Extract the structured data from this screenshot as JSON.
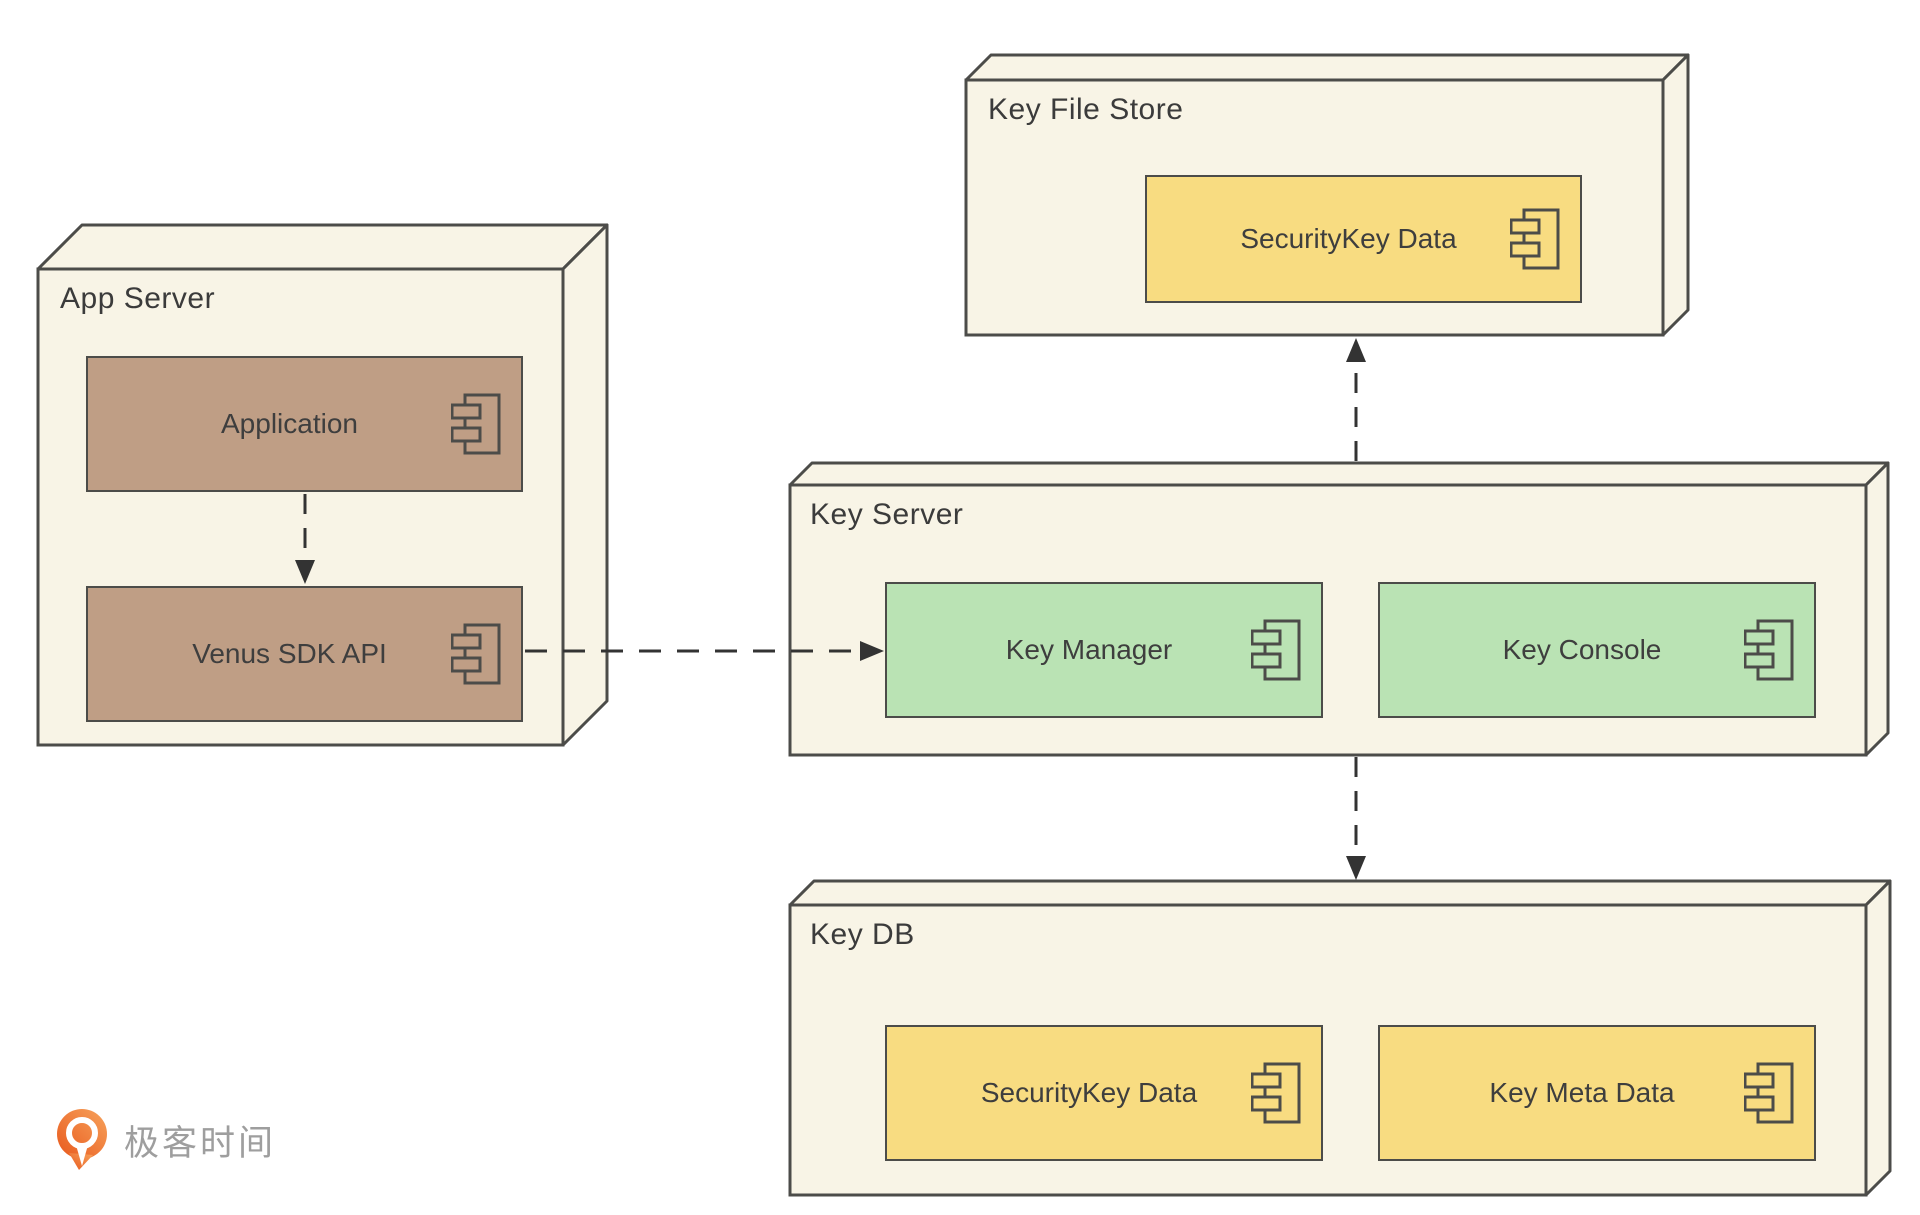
{
  "diagram": {
    "type": "uml-deployment-diagram",
    "nodes": [
      {
        "id": "app-server",
        "title": "App Server",
        "components": [
          {
            "label": "Application",
            "color": "#bf9e85"
          },
          {
            "label": "Venus SDK API",
            "color": "#bf9e85"
          }
        ]
      },
      {
        "id": "key-file-store",
        "title": "Key File Store",
        "components": [
          {
            "label": "SecurityKey Data",
            "color": "#f8dc81"
          }
        ]
      },
      {
        "id": "key-server",
        "title": "Key Server",
        "components": [
          {
            "label": "Key Manager",
            "color": "#bae3b4"
          },
          {
            "label": "Key Console",
            "color": "#bae3b4"
          }
        ]
      },
      {
        "id": "key-db",
        "title": "Key DB",
        "components": [
          {
            "label": "SecurityKey Data",
            "color": "#f8dc81"
          },
          {
            "label": "Key Meta Data",
            "color": "#f8dc81"
          }
        ]
      }
    ],
    "edges": [
      {
        "from": "Application",
        "to": "Venus SDK API",
        "style": "dashed",
        "direction": "down"
      },
      {
        "from": "Venus SDK API",
        "to": "Key Manager",
        "style": "dashed",
        "direction": "right"
      },
      {
        "from": "Key Server",
        "to": "SecurityKey Data (Key File Store)",
        "style": "dashed",
        "direction": "up"
      },
      {
        "from": "Key Server",
        "to": "Key DB",
        "style": "dashed",
        "direction": "down"
      }
    ]
  },
  "branding": {
    "logo_text": "极客时间"
  },
  "colors": {
    "background": "#ffffff",
    "node_fill": "#f8f4e6",
    "node_border": "#4c4c49",
    "component_brown": "#bf9e85",
    "component_yellow": "#f8dc81",
    "component_green": "#bae3b4",
    "arrow": "#333333",
    "logo_orange": "#ee7230",
    "logo_text_gray": "#9e9e9e"
  }
}
